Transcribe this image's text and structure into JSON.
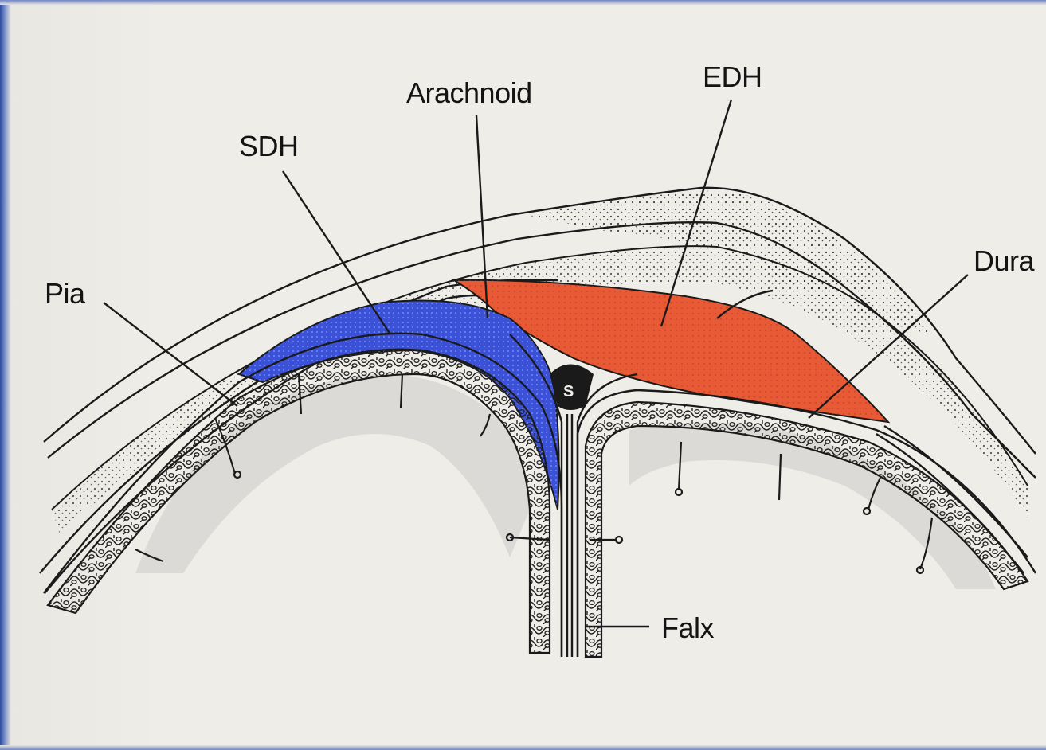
{
  "diagram": {
    "labels": {
      "edh": "EDH",
      "arachnoid": "Arachnoid",
      "sdh": "SDH",
      "pia": "Pia",
      "dura": "Dura",
      "falx": "Falx",
      "sinus": "S"
    },
    "colors": {
      "background": "#efede8",
      "border": "#3a55a4",
      "sdh_fill": "#3b52d8",
      "edh_fill": "#e85a35",
      "ink": "#1a1a1a",
      "shadow": "#d8d6d2"
    }
  }
}
